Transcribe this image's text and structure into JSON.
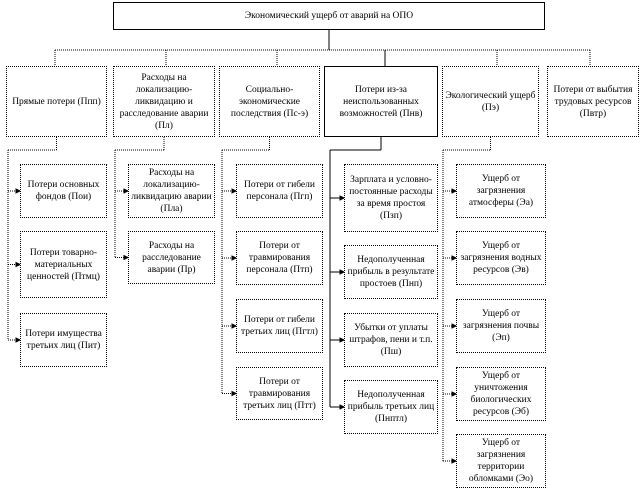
{
  "title": "Экономический ущерб от аварий на ОПО",
  "categories": [
    {
      "label": "Прямые потери (Ппп)",
      "children": [
        "Потери основных фондов (Пои)",
        "Потери товарно-материальных ценностей (Птмц)",
        "Потери имущества третьих лиц (Пит)"
      ]
    },
    {
      "label": "Расходы на локализацию-ликвидацию и расследование аварии (Пл)",
      "children": [
        "Расходы на локализацию-ликвидацию аварии (Пла)",
        "Расходы на расследование аварии (Пр)"
      ]
    },
    {
      "label": "Социально-экономические последствия (Пс-э)",
      "children": [
        "Потери от гибели персонала (Пгп)",
        "Потери от травмирования персонала (Птп)",
        "Потери от гибели третьих лиц (Пгтл)",
        "Потери от травмирования третьих лиц (Птт)"
      ]
    },
    {
      "label": "Потери из-за неиспользованных возможностей (Пнв)",
      "children": [
        "Зарплата и условно-постоянные расходы за время простоя (Пзп)",
        "Недополученная прибыль в результате простоев (Пнп)",
        "Убытки от уплаты штрафов, пени и т.п. (Пш)",
        "Недополученная прибыль третьих лиц (Пнптл)"
      ]
    },
    {
      "label": "Экологический ущерб (Пэ)",
      "children": [
        "Ущерб от загрязнения атмосферы (Эа)",
        "Ущерб от загрязнения водных ресурсов (Эв)",
        "Ущерб от загрязнения почвы (Эп)",
        "Ущерб от уничтожения биологических ресурсов (Эб)",
        "Ущерб от загрязнения территории обломками (Эо)"
      ]
    },
    {
      "label": "Потери от выбытия трудовых ресурсов (Пвтр)",
      "children": []
    }
  ]
}
